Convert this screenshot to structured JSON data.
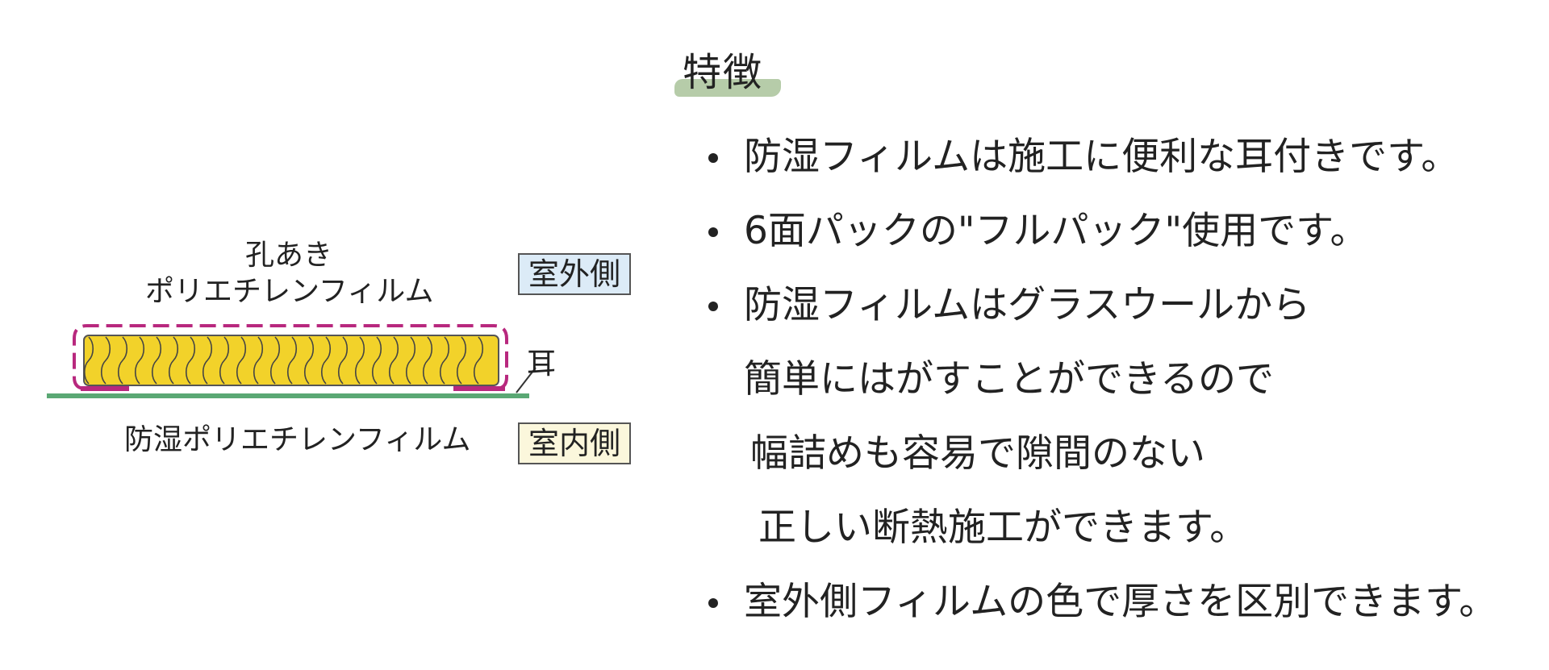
{
  "heading": {
    "text": "特徴"
  },
  "diagram": {
    "top_label_line1": "孔あき",
    "top_label_line2": "ポリエチレンフィルム",
    "bottom_label": "防湿ポリエチレンフィルム",
    "ear_label": "耳",
    "outdoor_label": "室外側",
    "indoor_label": "室内側"
  },
  "features": {
    "line1": "防湿フィルムは施工に便利な耳付きです。",
    "line2": "6面パックの\"フルパック\"使用です。",
    "line3": "防湿フィルムはグラスウールから",
    "line4": "簡単にはがすことができるので",
    "line5": "幅詰めも容易で隙間のない",
    "line6": "正しい断熱施工ができます。",
    "line7": "室外側フィルムの色で厚さを区別できます。"
  },
  "colors": {
    "text": "#222222",
    "heading_brush": "#a9c39a",
    "top_film_dashed": "#b8287e",
    "insulation_fill": "#f2d22a",
    "moisture_film": "#5aa874",
    "outdoor_box_bg": "#dcebf7",
    "indoor_box_bg": "#fbf7dc"
  },
  "icons": {
    "bullet": "bullet-dot-icon"
  }
}
